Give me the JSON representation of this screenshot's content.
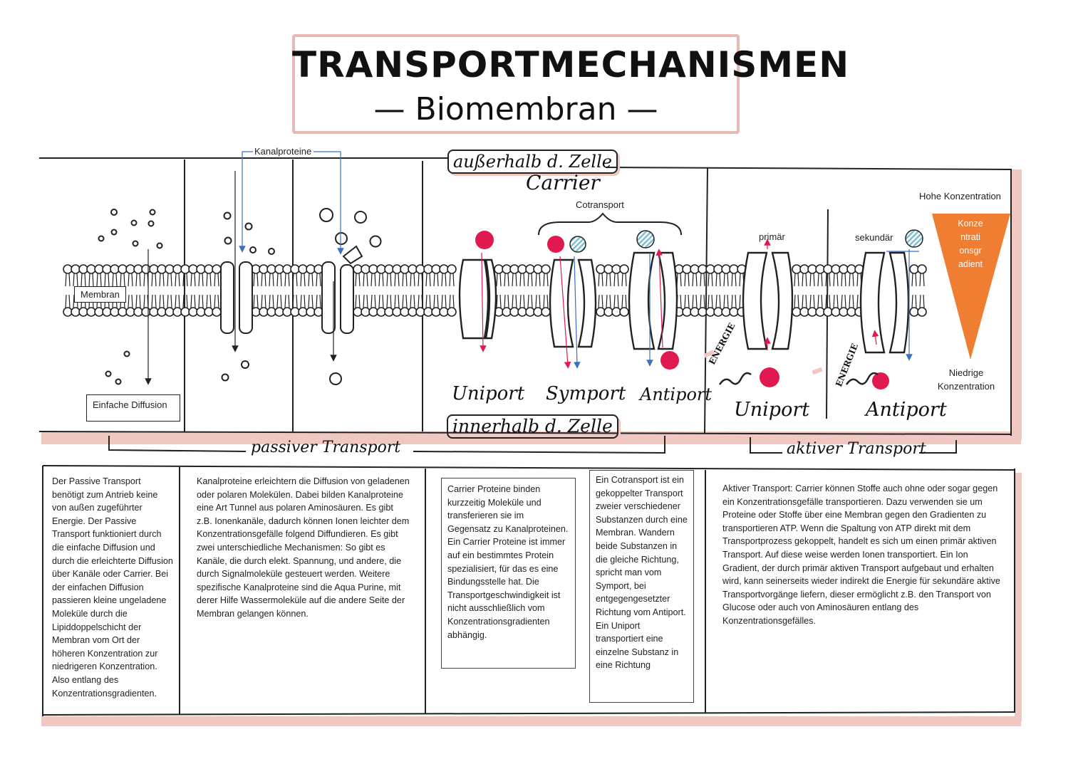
{
  "title": {
    "main": "TRANSPORTMECHANISMEN",
    "sub": "— Biomembran —"
  },
  "labels": {
    "kanalproteine": "Kanalproteine",
    "ausserhalb": "außerhalb d. Zelle",
    "carrier": "Carrier",
    "cotransport": "Cotransport",
    "hohe_konzentration": "Hohe Konzentration",
    "konzentrationsgradient": "Konze ntrati onsgr adient",
    "niedrige_konzentration": "Niedrige Konzentration",
    "primaer": "primär",
    "sekundaer": "sekundär",
    "membran": "Membran",
    "einfache_diffusion": "Einfache Diffusion",
    "uniport": "Uniport",
    "symport": "Symport",
    "antiport": "Antiport",
    "innerhalb": "innerhalb d. Zelle",
    "energie": "ENERGIE",
    "uniport_active": "Uniport",
    "antiport_active": "Antiport",
    "passiver_transport": "passiver Transport",
    "aktiver_transport": "aktiver Transport"
  },
  "panels": {
    "passiv": "Der Passive Transport benötigt zum Antrieb keine von außen zugeführter Energie. Der Passive Transport funktioniert durch die einfache Diffusion und durch die erleichterte Diffusion über Kanäle oder Carrier. Bei der einfachen Diffusion passieren kleine ungeladene Moleküle durch die Lipiddoppelschicht der Membran vom Ort der höheren Konzentration zur niedrigeren Konzentration. Also entlang des Konzentrationsgradienten.",
    "kanal": "Kanalproteine erleichtern die Diffusion von geladenen oder polaren Molekülen. Dabei bilden Kanalproteine eine Art Tunnel aus polaren Aminosäuren. Es gibt z.B. Ionenkanäle, dadurch können Ionen leichter dem Konzentrationsgefälle folgend Diffundieren. Es gibt zwei unterschiedliche Mechanismen: So gibt es Kanäle, die durch elekt. Spannung, und andere, die durch Signalmoleküle gesteuert werden. Weitere spezifische Kanalproteine sind die Aqua Purine, mit derer Hilfe Wassermoleküle auf die andere Seite der Membran gelangen können.",
    "carrier": "Carrier Proteine binden kurzzeitig Moleküle und transferieren sie im Gegensatz zu Kanalproteinen. Ein Carrier Proteine ist immer auf ein bestimmtes Protein spezialisiert, für das es eine Bindungsstelle hat. Die Transportgeschwindigkeit ist nicht ausschließlich vom Konzentrationsgradienten abhängig.",
    "cotransport": "Ein Cotransport ist ein gekoppelter Transport zweier verschiedener Substanzen durch eine Membran. Wandern beide Substanzen in die gleiche Richtung, spricht man vom Symport, bei entgegengesetzter Richtung vom Antiport. Ein Uniport transportiert eine einzelne Substanz in eine Richtung",
    "aktiv": "Aktiver Transport: Carrier können Stoffe auch ohne oder sogar gegen ein Konzentrationsgefälle transportieren. Dazu verwenden sie um Proteine oder Stoffe über eine Membran gegen den Gradienten zu transportieren ATP.  Wenn die Spaltung von ATP direkt mit dem Transportprozess gekoppelt, handelt es sich um einen primär aktiven Transport. Auf diese weise werden Ionen transportiert. Ein Ion Gradient, der durch primär aktiven Transport aufgebaut und erhalten wird, kann seinerseits wieder indirekt die Energie für sekundäre aktive Transportvorgänge liefern, dieser ermöglicht z.B. den Transport von Glucose oder auch von Aminosäuren entlang des Konzentrationsgefälles."
  },
  "colors": {
    "ion_red": "#e0194f",
    "striped_blue": "#8cc8d8",
    "gradient_orange": "#ef7d32",
    "shadow_pink": "#f0c8c2",
    "arrow_blue": "#3a6fc2",
    "arrow_red": "#e0194f"
  }
}
